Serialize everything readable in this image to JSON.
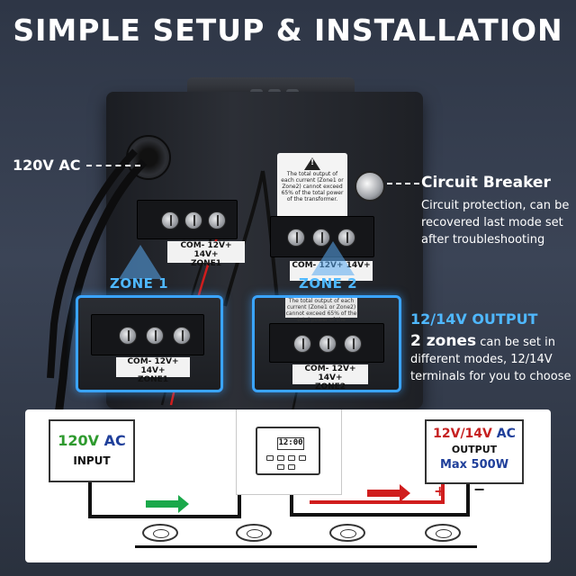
{
  "header": {
    "title": "SIMPLE SETUP & INSTALLATION"
  },
  "colors": {
    "accent_blue": "#4fb8ff",
    "green": "#2e9a2e",
    "red": "#c62020",
    "navy": "#1f3f9a"
  },
  "callouts": {
    "ac_input": "120V AC",
    "circuit_breaker": {
      "title": "Circuit Breaker",
      "text": "Circuit protection, can be recovered last mode set after troubleshooting"
    },
    "output": {
      "title": "12/14V OUTPUT",
      "lead": "2 zones",
      "text": " can be set in different modes, 12/14V terminals for you to choose"
    }
  },
  "warning_label": {
    "text": "The total output of each current (Zone1 or Zone2) cannot exceed 65% of the total power of the transformer."
  },
  "zones": {
    "zone1": {
      "label": "ZONE 1",
      "terminals": [
        "COM-",
        "12V+",
        "14V+"
      ],
      "name": "ZONE1"
    },
    "zone2": {
      "label": "ZONE 2",
      "terminals": [
        "COM-",
        "12V+",
        "14V+"
      ],
      "name": "ZONE2"
    }
  },
  "diagram": {
    "input": {
      "volt": "120V",
      "unit": "AC",
      "label": "INPUT"
    },
    "output": {
      "volt": "12V/14V",
      "unit": "AC",
      "label": "OUTPUT",
      "max": "Max 500W"
    },
    "lcd": "12:00",
    "plus": "+",
    "minus": "−"
  }
}
